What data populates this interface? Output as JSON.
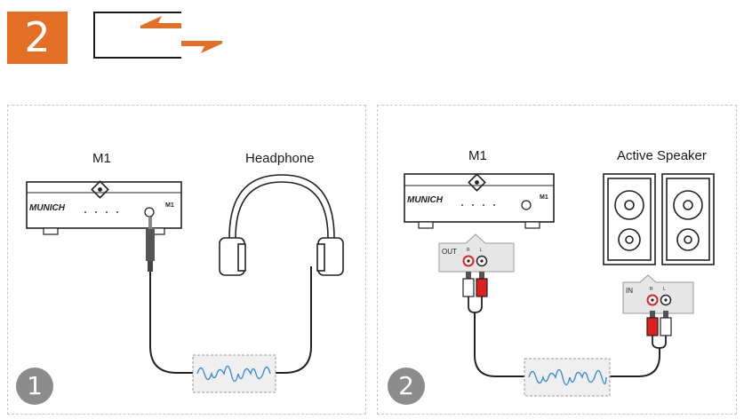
{
  "step": {
    "number": "2",
    "icon": "swap-arrows-icon"
  },
  "panels": [
    {
      "index": "1",
      "device_label": "M1",
      "target_label": "Headphone",
      "brand": "MUNICH",
      "model_tag": "M1"
    },
    {
      "index": "2",
      "device_label": "M1",
      "target_label": "Active Speaker",
      "brand": "MUNICH",
      "model_tag": "M1",
      "out_label": "OUT",
      "in_label": "IN",
      "r_label": "R",
      "l_label": "L"
    }
  ],
  "colors": {
    "accent": "#e36f24",
    "badge": "#8c8c8c",
    "signal_wave": "#3a8fd6",
    "rca_red": "#e02020",
    "line": "#222222"
  }
}
